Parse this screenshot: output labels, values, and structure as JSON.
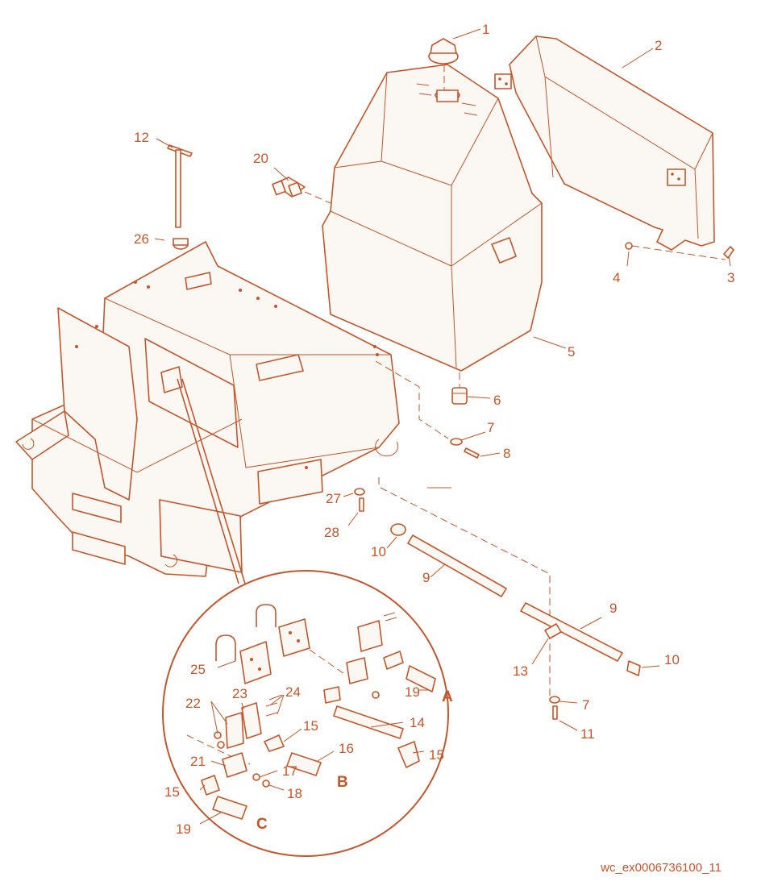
{
  "callouts": [
    "1",
    "2",
    "3",
    "4",
    "5",
    "6",
    "7",
    "8",
    "9",
    "10",
    "11",
    "12",
    "13",
    "14",
    "15",
    "16",
    "17",
    "18",
    "19",
    "20",
    "21",
    "22",
    "23",
    "24",
    "25",
    "26",
    "27",
    "28"
  ],
  "detail_letters": [
    "A",
    "B",
    "C"
  ],
  "drawing_code": "wc_ex0006736100_11",
  "colors": {
    "line": "#c2562c",
    "fill": "#fbf7f2",
    "background": "#ffffff"
  }
}
